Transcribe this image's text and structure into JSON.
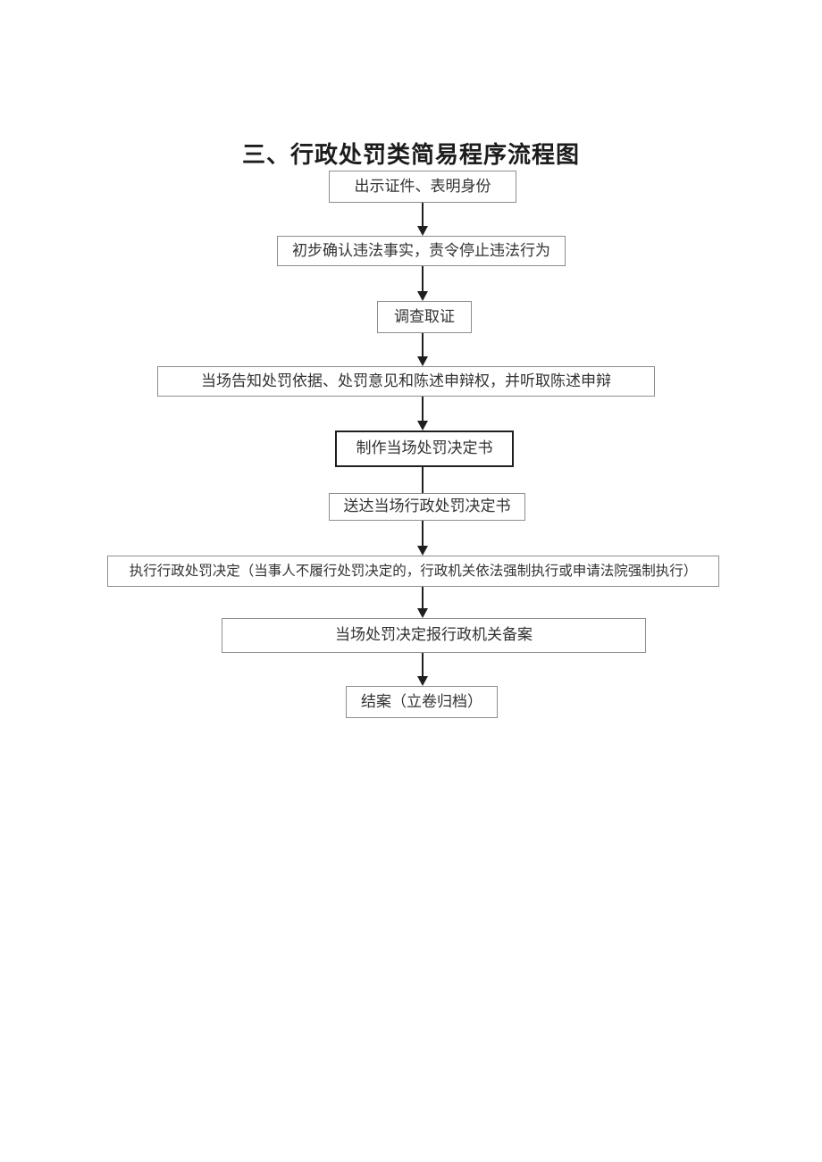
{
  "page": {
    "title": "三、行政处罚类简易程序流程图"
  },
  "flowchart": {
    "type": "flowchart",
    "direction": "top-down",
    "nodes": [
      {
        "id": "show-credentials",
        "label": "出示证件、表明身份",
        "emphasis": false
      },
      {
        "id": "confirm-facts",
        "label": "初步确认违法事实，责令停止违法行为",
        "emphasis": false
      },
      {
        "id": "investigate",
        "label": "调查取证",
        "emphasis": false
      },
      {
        "id": "inform-rights",
        "label": "当场告知处罚依据、处罚意见和陈述申辩权，并听取陈述申辩",
        "emphasis": false
      },
      {
        "id": "make-decision",
        "label": "制作当场处罚决定书",
        "emphasis": true
      },
      {
        "id": "deliver-decision",
        "label": "送达当场行政处罚决定书",
        "emphasis": false
      },
      {
        "id": "execute-decision",
        "label": "执行行政处罚决定（当事人不履行处罚决定的，行政机关依法强制执行或申请法院强制执行）",
        "emphasis": false
      },
      {
        "id": "report-for-record",
        "label": "当场处罚决定报行政机关备案",
        "emphasis": false
      },
      {
        "id": "close-case",
        "label": "结案（立卷归档）",
        "emphasis": false
      }
    ],
    "edges": [
      {
        "from": 0,
        "to": 1,
        "arrowhead": true
      },
      {
        "from": 1,
        "to": 2,
        "arrowhead": true
      },
      {
        "from": 2,
        "to": 3,
        "arrowhead": true
      },
      {
        "from": 3,
        "to": 4,
        "arrowhead": true
      },
      {
        "from": 4,
        "to": 5,
        "arrowhead": false
      },
      {
        "from": 5,
        "to": 6,
        "arrowhead": true
      },
      {
        "from": 6,
        "to": 7,
        "arrowhead": true
      },
      {
        "from": 7,
        "to": 8,
        "arrowhead": true
      }
    ],
    "colors": {
      "background": "#ffffff",
      "box_border": "#8d8d8d",
      "emphasis_border": "#1f1f1f",
      "arrow_line": "#1f1f1f",
      "text": "#333333",
      "title_text": "#1c1c1c"
    }
  }
}
